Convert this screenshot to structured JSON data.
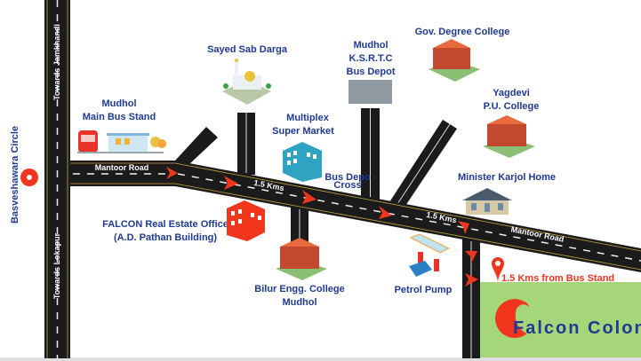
{
  "roads": {
    "north": "Towards Jamkhandi",
    "south": "Towards Lokapur",
    "mantoor_1": "Mantoor Road",
    "mantoor_2": "Mantoor Road",
    "distance_1": "1.5 Kms",
    "distance_2": "1.5 Kms",
    "junction": [
      "Bus Depo",
      "Cross"
    ]
  },
  "landmarks": {
    "circle": "Basveshawara Circle",
    "bus_stand": [
      "Mudhol",
      "Main Bus Stand"
    ],
    "darga": "Sayed Sab Darga",
    "multiplex": [
      "Multiplex",
      "Super Market"
    ],
    "ksrtc": [
      "Mudhol",
      "K.S.R.T.C",
      "Bus Depot"
    ],
    "gov_college": "Gov. Degree College",
    "yagdevi": [
      "Yagdevi",
      "P.U. College"
    ],
    "karjol": "Minister Karjol Home",
    "falcon_office": [
      "FALCON Real Estate Office",
      "(A.D. Pathan Building)"
    ],
    "bilur": [
      "Bilur Engg. College",
      "Mudhol"
    ],
    "petrol": "Petrol Pump"
  },
  "destination": {
    "distance_note": "1.5 Kms from Bus Stand",
    "name": "Falcon Colony"
  },
  "colors": {
    "label": "#1f3a93",
    "accent": "#f2361d",
    "green": "#a5d67a",
    "road": "#1b1b1b"
  }
}
